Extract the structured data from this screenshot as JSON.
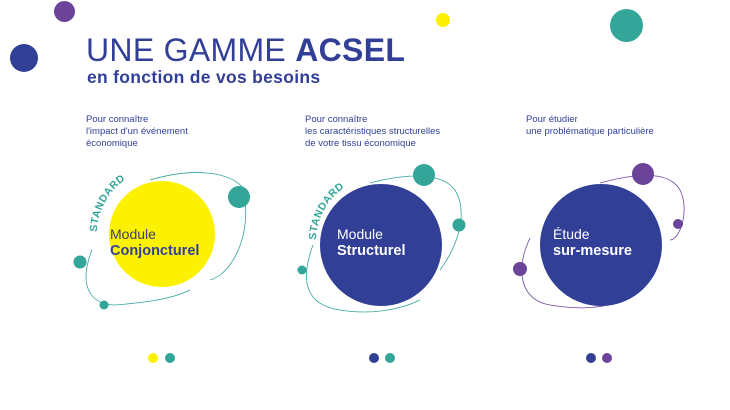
{
  "header": {
    "title_light": "UNE GAMME ",
    "title_bold": "ACSEL",
    "subtitle": "en fonction de vos besoins"
  },
  "colors": {
    "navy": "#323f96",
    "teal": "#33a599",
    "yellow": "#fcf100",
    "purple": "#6b4499",
    "white": "#ffffff"
  },
  "offers": [
    {
      "description": "Pour connaître\nl'impact d'un événement\néconomique",
      "badge": "STANDARD",
      "label_line1": "Module",
      "label_line2": "Conjoncturel",
      "circle_color": "#fcf100",
      "accent_color": "#33a599",
      "indicator_dots": [
        "#fcf100",
        "#33a599"
      ]
    },
    {
      "description": "Pour connaître\nles caractéristiques structurelles\nde votre tissu économique",
      "badge": "STANDARD",
      "label_line1": "Module",
      "label_line2": "Structurel",
      "circle_color": "#323f96",
      "accent_color": "#33a599",
      "indicator_dots": [
        "#323f96",
        "#33a599"
      ]
    },
    {
      "description": "Pour étudier\nune problématique particulière",
      "badge": "",
      "label_line1": "Étude",
      "label_line2": "sur-mesure",
      "circle_color": "#323f96",
      "accent_color": "#6b4499",
      "indicator_dots": [
        "#323f96",
        "#6b4499"
      ]
    }
  ]
}
